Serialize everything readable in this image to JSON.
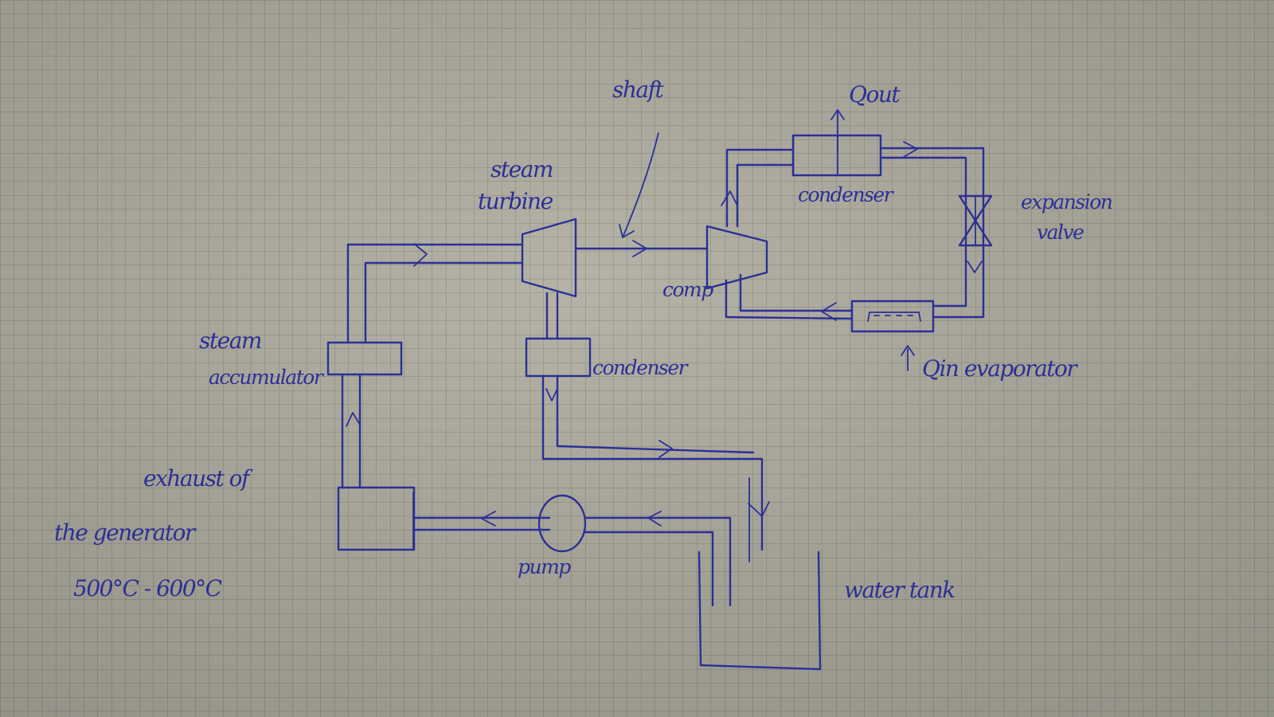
{
  "labels": {
    "shaft": "shaft",
    "q_out": "Qout",
    "steam": "steam",
    "turbine": "turbine",
    "condenser_top": "condenser",
    "expansion": "expansion",
    "valve": "valve",
    "comp": "comp",
    "steam_acc_1": "steam",
    "steam_acc_2": "accumulator",
    "condenser_mid": "condenser",
    "q_in_evaporator": "Qin evaporator",
    "exhaust_1": "exhaust of",
    "exhaust_2": "the generator",
    "temperature": "500°C - 600°C",
    "pump": "pump",
    "water_tank": "water tank"
  },
  "colors": {
    "ink": "#2c2f96",
    "paper": "#b5b3a6",
    "grid": "#8d8b80",
    "background": "#77776f"
  }
}
